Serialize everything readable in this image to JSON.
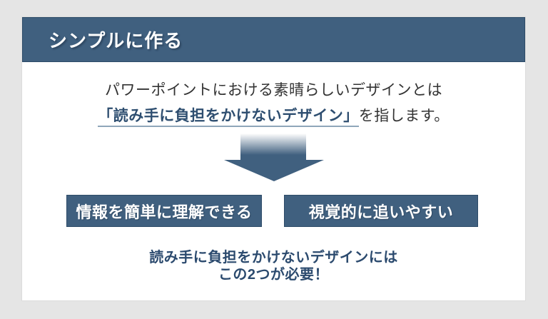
{
  "slide": {
    "title": "シンプルに作る",
    "intro": {
      "line1": "パワーポイントにおける素晴らしいデザインとは",
      "highlight_phrase": "「読み手に負担をかけないデザイン」",
      "line2_rest": "を指します。"
    },
    "arrow": {
      "icon": "down-arrow-icon"
    },
    "boxes": [
      {
        "label": "情報を簡単に理解できる"
      },
      {
        "label": "視覚的に追いやすい"
      }
    ],
    "conclusion": {
      "line1": "読み手に負担をかけないデザインには",
      "line2": "この2つが必要！"
    },
    "colors": {
      "accent": "#40607f",
      "accent_border": "#2d4b68",
      "navy_text": "#2b4a6e",
      "highlight_text": "#2e4e70",
      "underline": "#8fa6ba",
      "body_text": "#333333",
      "page_background": "#e5e5e5",
      "slide_background": "#ffffff"
    }
  }
}
